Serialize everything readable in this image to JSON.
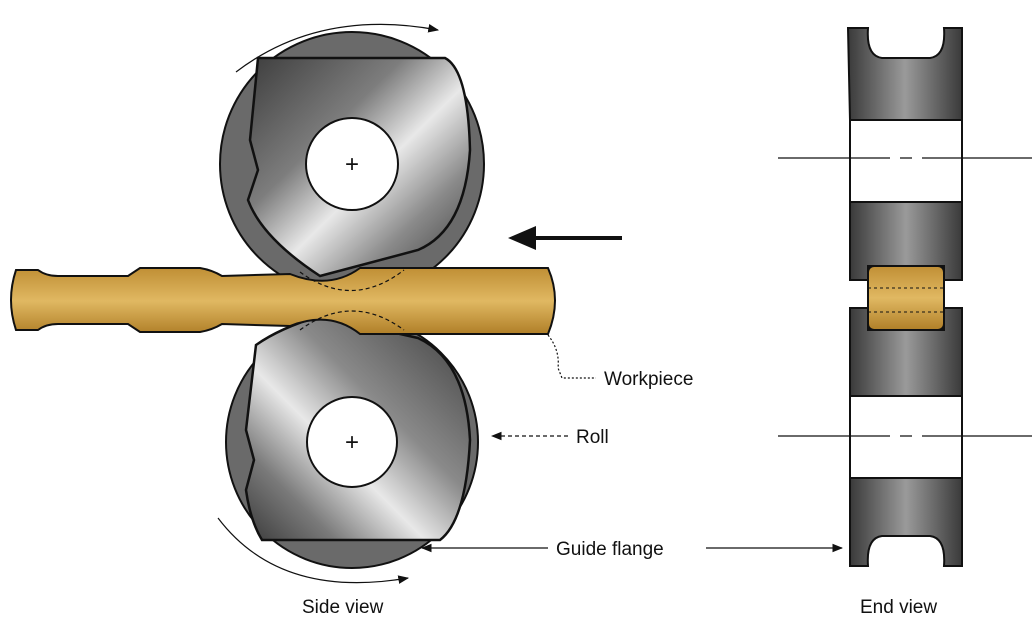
{
  "labels": {
    "workpiece": "Workpiece",
    "roll": "Roll",
    "guide_flange": "Guide flange",
    "side_view": "Side view",
    "end_view": "End view"
  },
  "colors": {
    "roll_dark": "#4a4a4a",
    "roll_mid": "#8c8c8c",
    "roll_light": "#e6e6e6",
    "workpiece": "#d4a548",
    "workpiece_dark": "#a87a22",
    "outline": "#111111"
  }
}
